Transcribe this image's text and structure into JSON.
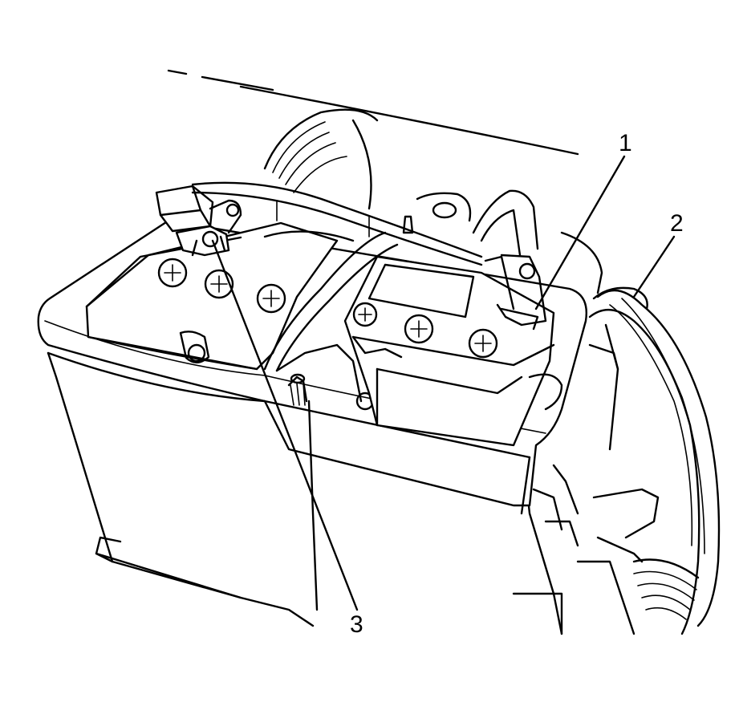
{
  "diagram": {
    "callouts": [
      {
        "id": "1",
        "label": "1"
      },
      {
        "id": "2",
        "label": "2"
      },
      {
        "id": "3",
        "label": "3"
      }
    ]
  },
  "colors": {
    "line": "#000000",
    "background": "#ffffff"
  }
}
